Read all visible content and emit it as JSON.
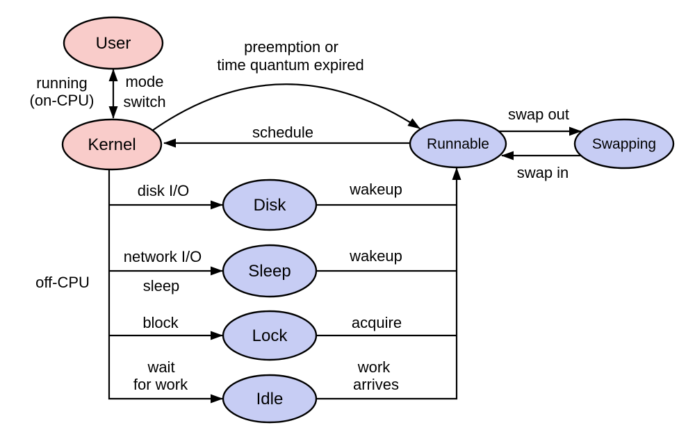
{
  "colors": {
    "on_cpu_node_fill": "#f9ccca",
    "off_cpu_node_fill": "#c7cdf4",
    "node_stroke": "#000000",
    "edge_stroke": "#000000",
    "text": "#000000",
    "background": "#ffffff"
  },
  "nodes": {
    "user": {
      "label": "User"
    },
    "kernel": {
      "label": "Kernel"
    },
    "runnable": {
      "label": "Runnable"
    },
    "swapping": {
      "label": "Swapping"
    },
    "disk": {
      "label": "Disk"
    },
    "sleep": {
      "label": "Sleep"
    },
    "lock": {
      "label": "Lock"
    },
    "idle": {
      "label": "Idle"
    }
  },
  "edge_labels": {
    "running_on_cpu": [
      "running",
      "(on-CPU)"
    ],
    "mode_switch": [
      "mode",
      "switch"
    ],
    "preemption": [
      "preemption or",
      "time quantum expired"
    ],
    "schedule": "schedule",
    "swap_out": "swap out",
    "swap_in": "swap in",
    "off_cpu": "off-CPU",
    "disk_io": "disk I/O",
    "disk_wakeup": "wakeup",
    "network_io_sleep": [
      "network I/O",
      "sleep"
    ],
    "sleep_wakeup": "wakeup",
    "block": "block",
    "acquire": "acquire",
    "wait_for_work": [
      "wait",
      "for work"
    ],
    "work_arrives": [
      "work",
      "arrives"
    ]
  }
}
